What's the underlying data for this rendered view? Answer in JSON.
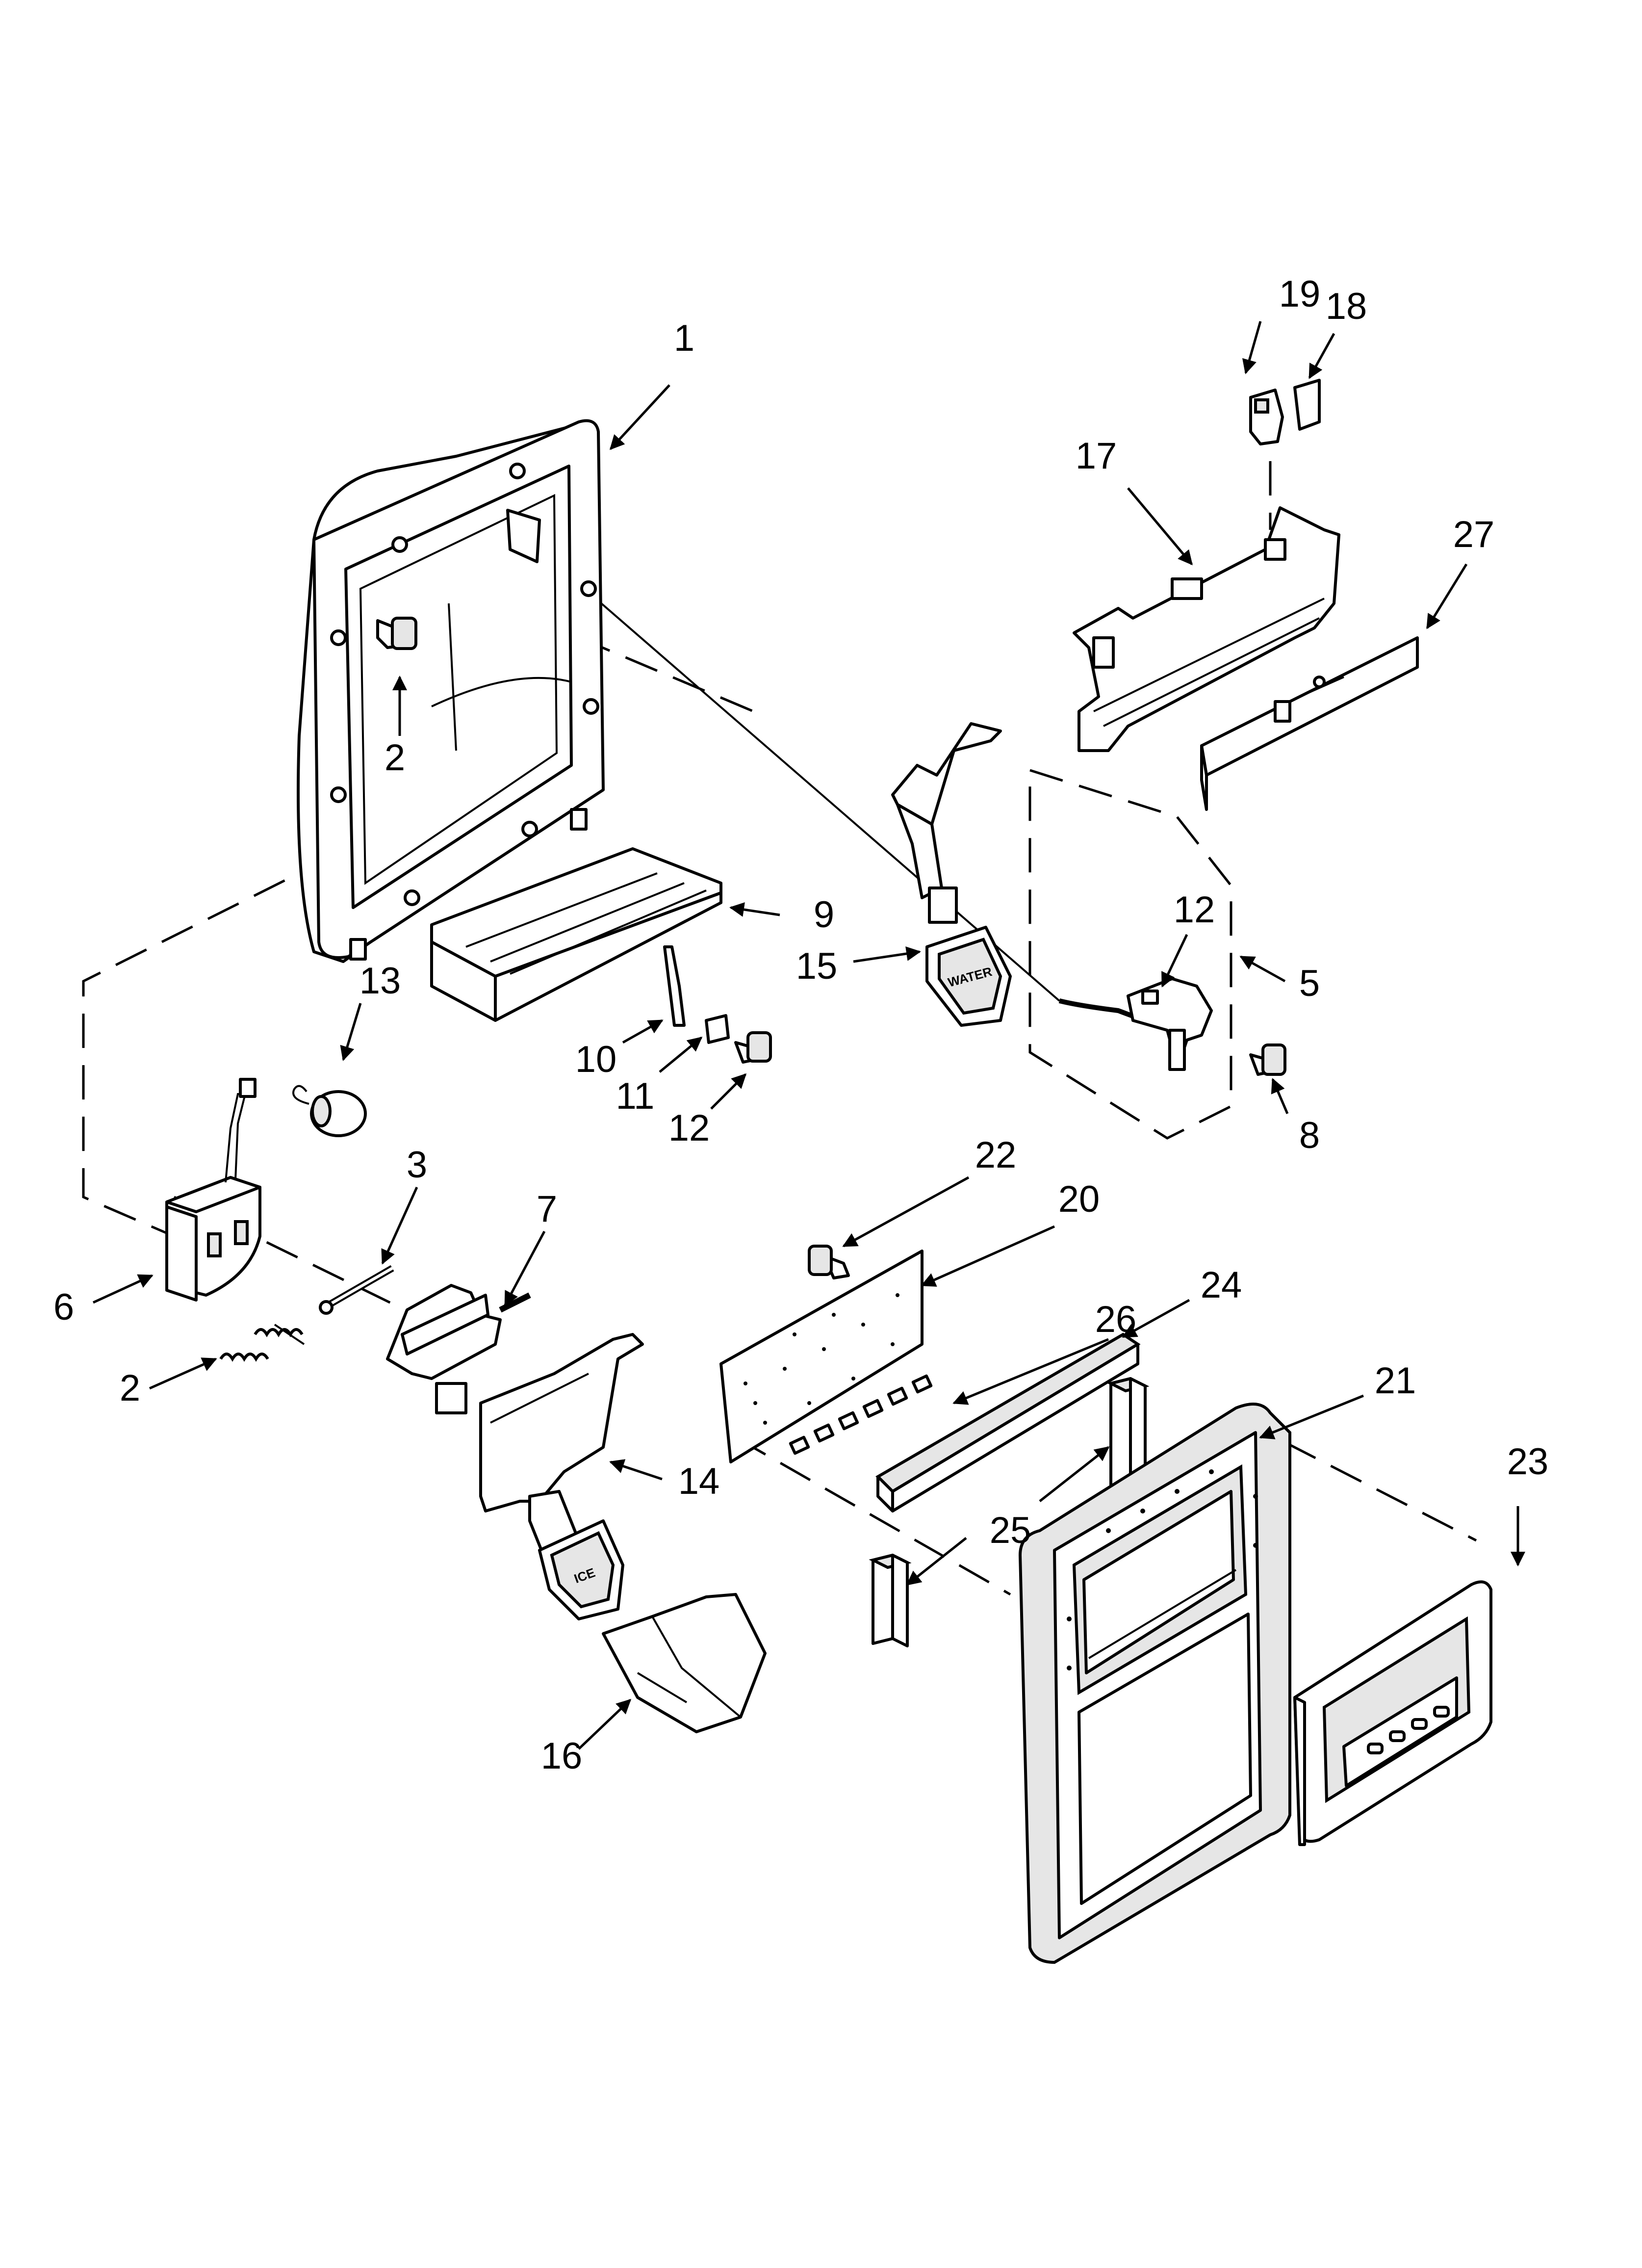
{
  "callouts": [
    {
      "id": "c1",
      "label": "1"
    },
    {
      "id": "c2a",
      "label": "2"
    },
    {
      "id": "c2b",
      "label": "2"
    },
    {
      "id": "c3",
      "label": "3"
    },
    {
      "id": "c5",
      "label": "5"
    },
    {
      "id": "c6",
      "label": "6"
    },
    {
      "id": "c7",
      "label": "7"
    },
    {
      "id": "c8",
      "label": "8"
    },
    {
      "id": "c9",
      "label": "9"
    },
    {
      "id": "c10",
      "label": "10"
    },
    {
      "id": "c11",
      "label": "11"
    },
    {
      "id": "c12a",
      "label": "12"
    },
    {
      "id": "c12b",
      "label": "12"
    },
    {
      "id": "c13",
      "label": "13"
    },
    {
      "id": "c14",
      "label": "14"
    },
    {
      "id": "c15",
      "label": "15"
    },
    {
      "id": "c16",
      "label": "16"
    },
    {
      "id": "c17",
      "label": "17"
    },
    {
      "id": "c18",
      "label": "18"
    },
    {
      "id": "c19",
      "label": "19"
    },
    {
      "id": "c20",
      "label": "20"
    },
    {
      "id": "c21",
      "label": "21"
    },
    {
      "id": "c22",
      "label": "22"
    },
    {
      "id": "c23",
      "label": "23"
    },
    {
      "id": "c24",
      "label": "24"
    },
    {
      "id": "c25",
      "label": "25"
    },
    {
      "id": "c26",
      "label": "26"
    },
    {
      "id": "c27",
      "label": "27"
    }
  ],
  "part_markings": {
    "water_pad": "WATER",
    "ice_pad": "ICE"
  }
}
